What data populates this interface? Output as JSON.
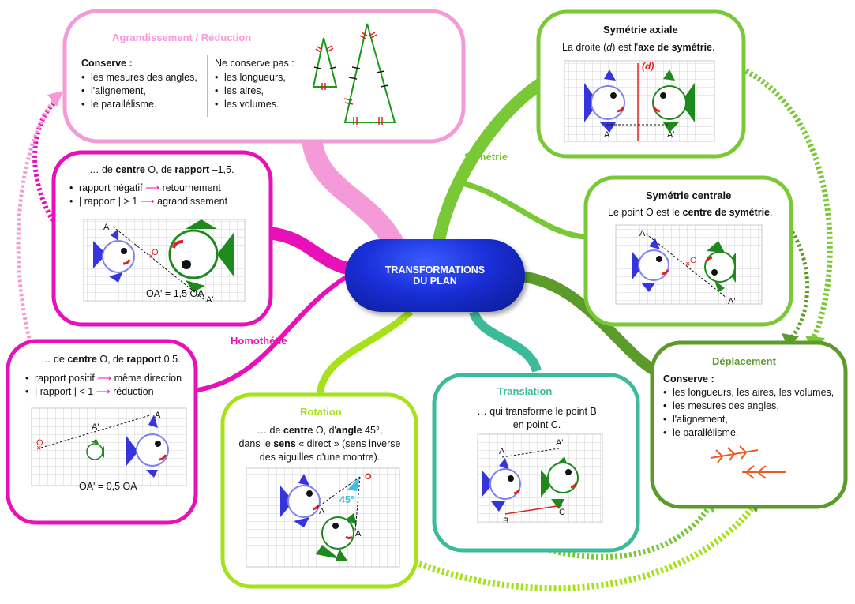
{
  "center": {
    "line1": "TRANSFORMATIONS",
    "line2": "DU PLAN"
  },
  "branch_labels": {
    "symetrie": "Symétrie",
    "homothetie": "Homothétie"
  },
  "agrandissement": {
    "title": "Agrandissement / Réduction",
    "conserve_title": "Conserve :",
    "conserve": [
      "les mesures des angles,",
      "l'alignement,",
      "le parallélisme."
    ],
    "ne_conserve_title": "Ne conserve pas :",
    "ne_conserve": [
      "les longueurs,",
      "les aires,",
      "les volumes."
    ]
  },
  "homothetie_neg": {
    "intro_a": "… de ",
    "centre": "centre",
    "intro_b": " O, de ",
    "rapport": "rapport",
    "intro_c": " –1,5.",
    "bullet1_a": "rapport négatif",
    "bullet1_b": "retournement",
    "bullet2_a": "| rapport | > 1",
    "bullet2_b": "agrandissement",
    "formula": "OA' = 1,5 OA",
    "pt_a": "A",
    "pt_o": "O",
    "pt_a2": "A'"
  },
  "homothetie_pos": {
    "intro_a": "… de ",
    "centre": "centre",
    "intro_b": " O, de ",
    "rapport": "rapport",
    "intro_c": " 0,5.",
    "bullet1_a": "rapport positif",
    "bullet1_b": "même direction",
    "bullet2_a": "| rapport | < 1",
    "bullet2_b": "réduction",
    "formula": "OA' = 0,5 OA",
    "pt_a": "A",
    "pt_o": "O",
    "pt_a2": "A'"
  },
  "rotation": {
    "title": "Rotation",
    "l1_a": "… de ",
    "centre": "centre",
    "l1_b": " O, d'",
    "angle": "angle",
    "l1_c": " 45°,",
    "l2_a": "dans le ",
    "sens": "sens",
    "l2_b": " « direct » (sens inverse",
    "l3": "des aiguilles d'une montre).",
    "angle_label": "45°",
    "pt_o": "O",
    "pt_a": "A",
    "pt_a2": "A'"
  },
  "translation": {
    "title": "Translation",
    "l1": "… qui transforme le point B",
    "l2": "en point C.",
    "pt_a": "A",
    "pt_a2": "A'",
    "pt_b": "B",
    "pt_c": "C"
  },
  "sym_axiale": {
    "title": "Symétrie axiale",
    "l1_a": "La droite (",
    "d": "d",
    "l1_b": ") est l'",
    "axe": "axe de symétrie",
    "l1_c": ".",
    "axis_label": "(d)",
    "pt_a": "A",
    "pt_a2": "A'"
  },
  "sym_centrale": {
    "title": "Symétrie centrale",
    "l1_a": "Le point O est le ",
    "centre": "centre de symétrie",
    "l1_b": ".",
    "pt_a": "A",
    "pt_o": "O",
    "pt_a2": "A'"
  },
  "deplacement": {
    "title": "Déplacement",
    "conserve_title": "Conserve :",
    "items": [
      "les longueurs, les aires, les volumes,",
      "les mesures des angles,",
      "l'alignement,",
      "le parallélisme."
    ]
  },
  "colors": {
    "pink": "#f59ad8",
    "magenta": "#e810b8",
    "lime": "#a6e21a",
    "green": "#79c836",
    "teal": "#3cbb9a",
    "olive": "#5c9a2a",
    "blue_fish": "#3535dd",
    "green_fish": "#1e8a1e",
    "red": "#e02020"
  }
}
